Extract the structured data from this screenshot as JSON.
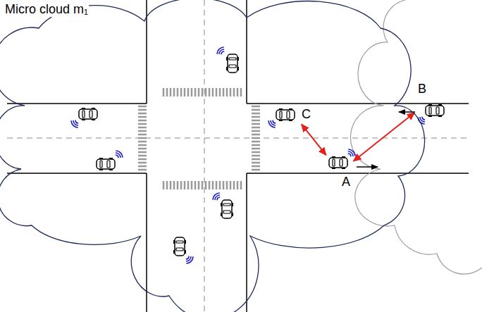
{
  "diagram": {
    "nodes": [
      {
        "text": [
          "Micro cloud m₁"
        ]
      },
      {
        "text": [
          "C"
        ],
        "in": 0
      },
      {
        "text": [
          "A"
        ],
        "in": 0
      },
      {
        "text": [
          "B"
        ]
      }
    ],
    "edges": [
      {
        "from": 2,
        "to": 1,
        "arrow": "both"
      },
      {
        "from": 2,
        "to": 3,
        "arrow": "both"
      }
    ]
  }
}
